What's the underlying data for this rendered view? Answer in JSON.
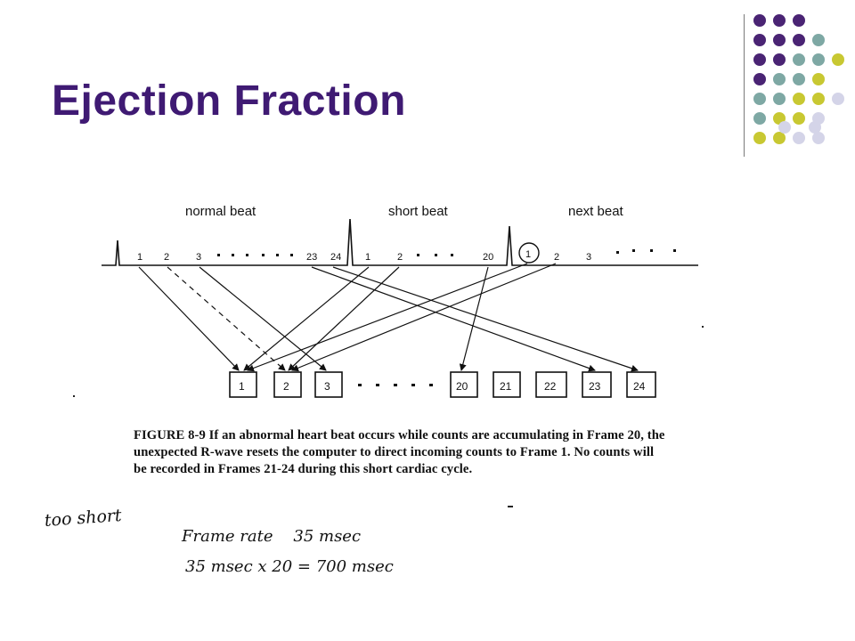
{
  "slide": {
    "title": "Ejection Fraction",
    "colors": {
      "title": "#3f1a73",
      "dot_purple": "#4a2474",
      "dot_teal": "#7ea8a4",
      "dot_yellow": "#c8c832",
      "dot_lavender": "#d4d4e8"
    }
  },
  "diagram": {
    "beat_labels": [
      "normal beat",
      "short beat",
      "next beat"
    ],
    "normal_beat_ticks": [
      "1",
      "2",
      "3",
      "23",
      "24"
    ],
    "short_beat_ticks": [
      "1",
      "2",
      "20"
    ],
    "next_beat_ticks": [
      "1",
      "2",
      "3"
    ],
    "frames": [
      "1",
      "2",
      "3",
      "20",
      "21",
      "22",
      "23",
      "24"
    ],
    "caption": {
      "label": "FIGURE 8-9",
      "text": "If an abnormal heart beat occurs while counts are accumulating in Frame 20, the unexpected R-wave resets the computer to direct incoming counts to Frame 1. No counts will be recorded in Frames 21-24 during this short cardiac cycle."
    }
  },
  "handwriting": {
    "note1": "too short",
    "note2": "Frame rate    35 msec",
    "note3": "35 msec x 20 = 700 msec"
  }
}
